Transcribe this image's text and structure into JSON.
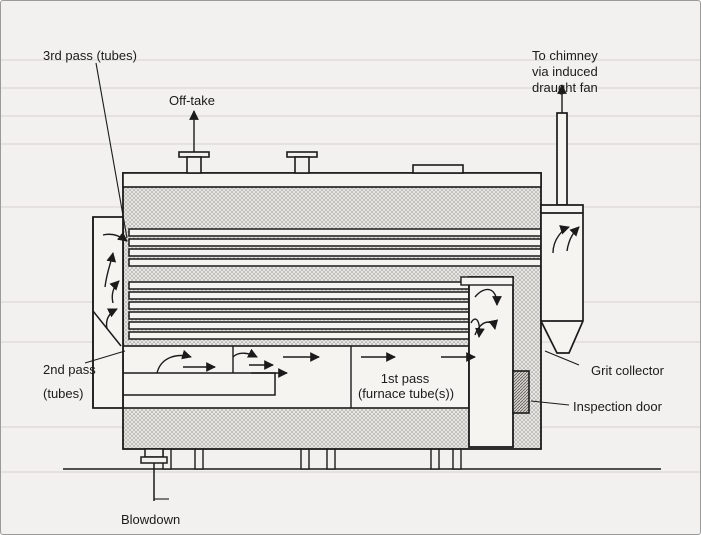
{
  "labels": {
    "third_pass": "3rd pass (tubes)",
    "off_take": "Off-take",
    "chimney_line1": "To chimney",
    "chimney_line2": "via induced",
    "chimney_line3": "draught fan",
    "second_pass_line1": "2nd pass",
    "second_pass_line2": "(tubes)",
    "first_pass_line1": "1st pass",
    "first_pass_line2": "(furnace tube(s))",
    "grit_collector": "Grit collector",
    "inspection_door": "Inspection door",
    "blowdown": "Blowdown"
  },
  "colors": {
    "ink": "#1b1b1b",
    "paper": "#f3f1ef",
    "stipple": "#bdbab6",
    "hatch": "#8e8b88"
  }
}
